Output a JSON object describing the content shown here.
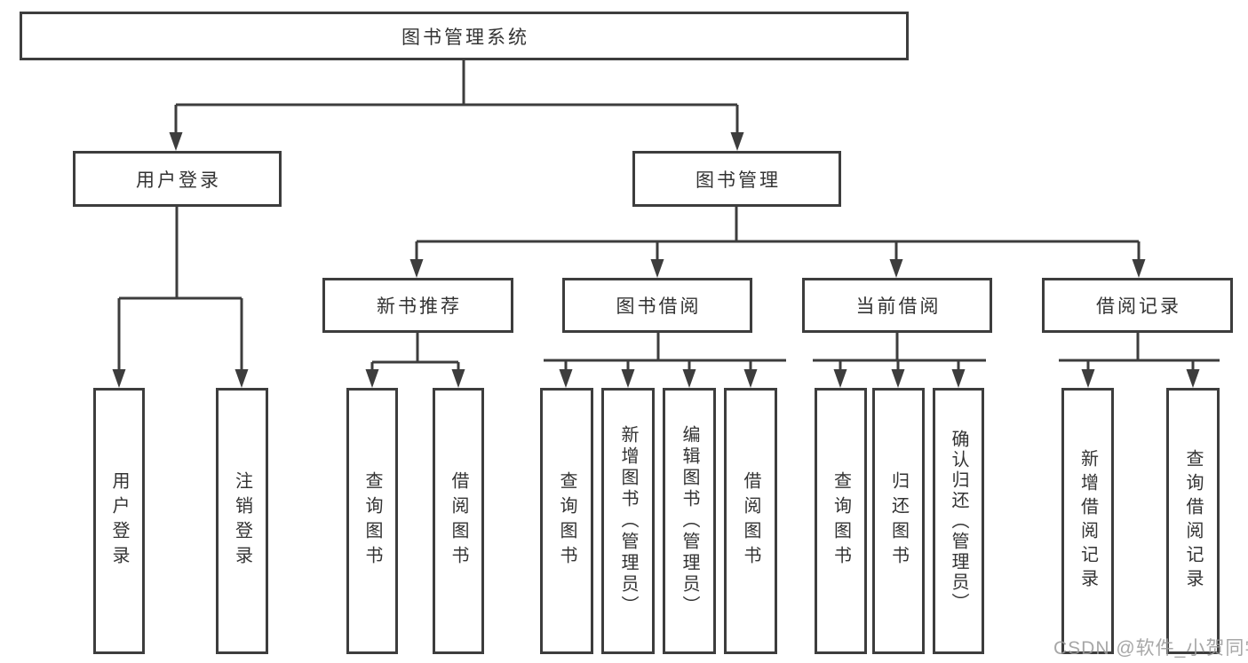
{
  "diagram": {
    "title_node": {
      "label": "图书管理系统"
    },
    "level2": [
      {
        "id": "user-login",
        "label": "用户登录"
      },
      {
        "id": "book-management",
        "label": "图书管理"
      }
    ],
    "level3": [
      {
        "id": "new-book-recommend",
        "label": "新书推荐"
      },
      {
        "id": "book-borrow",
        "label": "图书借阅"
      },
      {
        "id": "current-borrow",
        "label": "当前借阅"
      },
      {
        "id": "borrow-records",
        "label": "借阅记录"
      }
    ],
    "leaves": [
      {
        "id": "user-login-leaf",
        "label": "用户登录"
      },
      {
        "id": "logout",
        "label": "注销登录"
      },
      {
        "id": "query-books-recommend",
        "label": "查询图书"
      },
      {
        "id": "borrow-books-recommend",
        "label": "借阅图书"
      },
      {
        "id": "query-books-borrow",
        "label": "查询图书"
      },
      {
        "id": "add-book-admin",
        "label": "新增图书（管理员）"
      },
      {
        "id": "edit-book-admin",
        "label": "编辑图书（管理员）"
      },
      {
        "id": "borrow-books-borrow",
        "label": "借阅图书"
      },
      {
        "id": "query-books-current",
        "label": "查询图书"
      },
      {
        "id": "return-book",
        "label": "归还图书"
      },
      {
        "id": "confirm-return-admin",
        "label": "确认归还（管理员）"
      },
      {
        "id": "add-borrow-record",
        "label": "新增借阅记录"
      },
      {
        "id": "query-borrow-record",
        "label": "查询借阅记录"
      }
    ]
  },
  "watermark": {
    "text": "CSDN @软件_小贺同学"
  },
  "colors": {
    "line": "#3d3d3d",
    "text": "#333333",
    "watermark": "#9b9b9b",
    "background": "#ffffff"
  }
}
